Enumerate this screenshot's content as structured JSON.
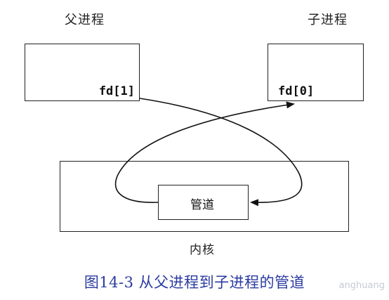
{
  "parent_label": "父进程",
  "child_label": "子进程",
  "parent_fd": "fd[1]",
  "child_fd": "fd[0]",
  "pipe_label": "管道",
  "kernel_label": "内核",
  "caption": "图14-3   从父进程到子进程的管道",
  "watermark": "anghuang",
  "colors": {
    "line": "#111111",
    "caption": "#2a3aa0"
  }
}
